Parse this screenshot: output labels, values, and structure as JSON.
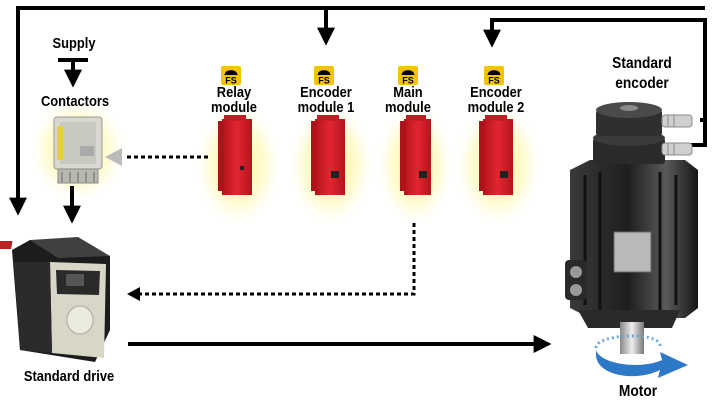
{
  "supply": "Supply",
  "contactors": "Contactors",
  "relay": {
    "line1": "Relay",
    "line2": "module",
    "badge": "FS"
  },
  "encoder1": {
    "line1": "Encoder",
    "line2": "module 1",
    "badge": "FS"
  },
  "main": {
    "line1": "Main",
    "line2": "module",
    "badge": "FS"
  },
  "encoder2": {
    "line1": "Encoder",
    "line2": "module 2",
    "badge": "FS"
  },
  "std_encoder": {
    "line1": "Standard",
    "line2": "encoder"
  },
  "std_drive": "Standard drive",
  "motor": "Motor",
  "colors": {
    "module_red": "#d8202a",
    "badge_yellow": "#f4c400",
    "glow": "#fff7b0",
    "arrow_blue": "#2e78c8"
  }
}
